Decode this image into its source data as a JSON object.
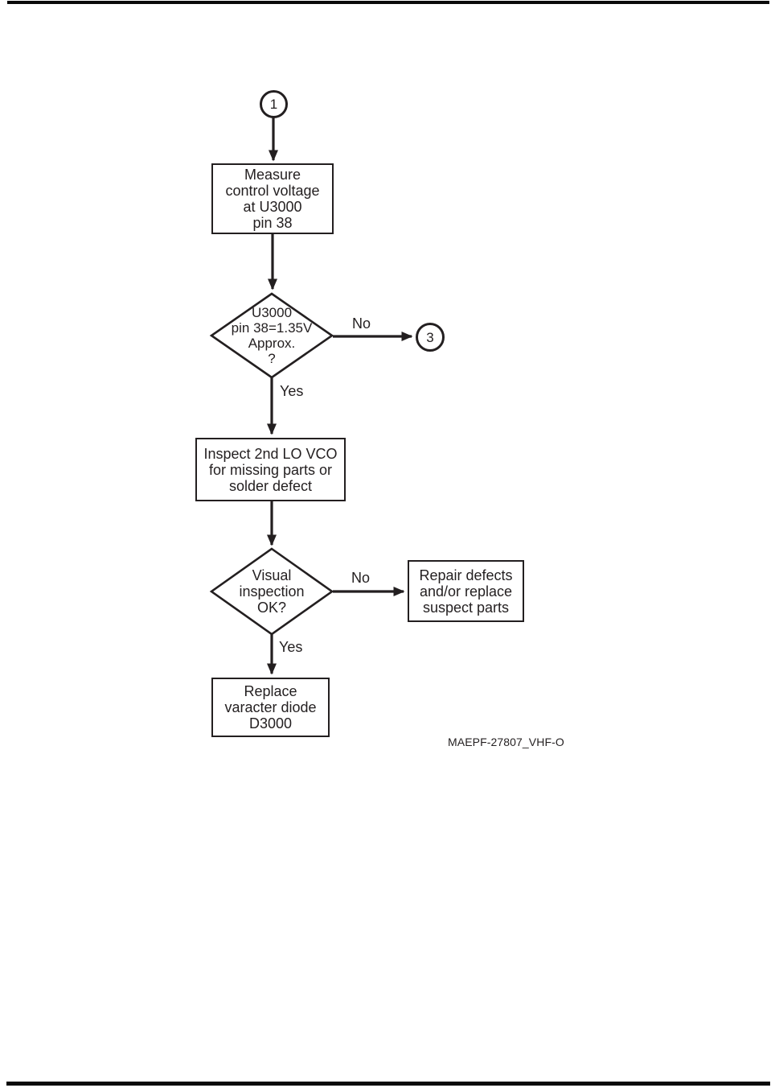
{
  "page": {
    "caption": "MAEPF-27807_VHF-O"
  },
  "colors": {
    "ink": "#231f20",
    "background": "#ffffff"
  },
  "flowchart": {
    "start_connector": "1",
    "offpage_connector": "3",
    "nodes": {
      "measure": {
        "type": "process",
        "text": "Measure\ncontrol voltage\nat U3000\npin 38"
      },
      "voltage_check": {
        "type": "decision",
        "text": "U3000\npin 38=1.35V\nApprox.\n?"
      },
      "inspect": {
        "type": "process",
        "text": "Inspect 2nd LO VCO\nfor missing parts or\nsolder defect"
      },
      "visual_check": {
        "type": "decision",
        "text": "Visual\ninspection\nOK?"
      },
      "repair": {
        "type": "process",
        "text": "Repair defects\nand/or replace\nsuspect parts"
      },
      "replace": {
        "type": "process",
        "text": "Replace\nvaracter diode\nD3000"
      }
    },
    "edge_labels": {
      "voltage_no": "No",
      "voltage_yes": "Yes",
      "visual_no": "No",
      "visual_yes": "Yes"
    }
  }
}
